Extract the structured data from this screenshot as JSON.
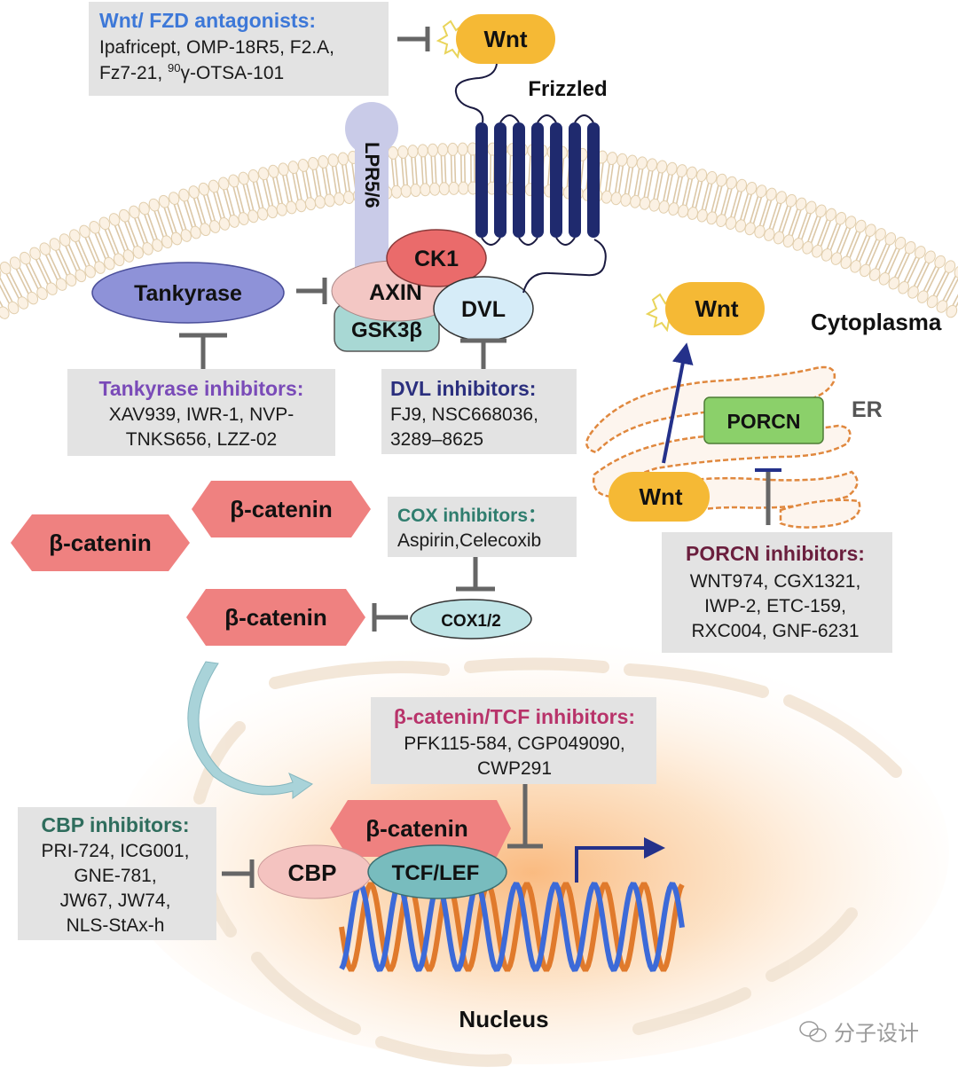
{
  "colors": {
    "wnt_fill": "#f5b935",
    "frizzled": "#1f2a6e",
    "lrp": "#c9cbe8",
    "ck1": "#ea6b6b",
    "axin": "#f3c7c4",
    "gsk3b": "#a8d8d4",
    "dvl": "#d6ecf8",
    "tankyrase": "#8e92d8",
    "beta_catenin": "#ef8180",
    "cox": "#bfe4e6",
    "porcn": "#8bd06a",
    "er": "#e0883e",
    "membrane": "#eddfc8",
    "inhibitor_box": "#e3e3e3",
    "inhibit_line": "#666666",
    "arrow_blue": "#24318a",
    "dna_orange": "#e07a2c",
    "dna_blue": "#3c6ad8",
    "tcf": "#78bcbe",
    "cbp": "#f4c3c0",
    "nucleus_glow": "#f7c48f",
    "title_wnt_fzd": "#3d78d8",
    "title_tankyrase": "#7a4bb8",
    "title_dvl": "#2b2f7e",
    "title_porcn": "#6b1f3e",
    "title_cox": "#2f7d6e",
    "title_tcf": "#b8336a",
    "title_cbp": "#2f6d5d"
  },
  "labels": {
    "wnt_top": "Wnt",
    "frizzled": "Frizzled",
    "lpr": "LPR5/6",
    "ck1": "CK1",
    "axin": "AXIN",
    "gsk3b": "GSK3β",
    "dvl": "DVL",
    "tankyrase": "Tankyrase",
    "wnt_secreted": "Wnt",
    "cytoplasm": "Cytoplasma",
    "er": "ER",
    "porcn": "PORCN",
    "wnt_er": "Wnt",
    "beta_catenin_1": "β-catenin",
    "beta_catenin_2": "β-catenin",
    "beta_catenin_3": "β-catenin",
    "cox": "COX1/2",
    "beta_catenin_nuc": "β-catenin",
    "cbp": "CBP",
    "tcf": "TCF/LEF",
    "nucleus": "Nucleus",
    "watermark": "分子设计"
  },
  "inhibitor_boxes": {
    "wnt_fzd": {
      "title": "Wnt/ FZD antagonists:",
      "lines": [
        "Ipafricept, OMP-18R5, F2.A,",
        "Fz7-21, "
      ],
      "sup": "90",
      "tail": "γ-OTSA-101"
    },
    "tankyrase": {
      "title": "Tankyrase inhibitors:",
      "lines": [
        "XAV939, IWR-1, NVP-",
        "TNKS656, LZZ-02"
      ]
    },
    "dvl": {
      "title": "DVL inhibitors:",
      "lines": [
        "FJ9, NSC668036,",
        "3289–8625"
      ]
    },
    "porcn": {
      "title": "PORCN inhibitors:",
      "lines": [
        "WNT974, CGX1321,",
        "IWP-2, ETC-159,",
        "RXC004, GNF-6231"
      ]
    },
    "cox": {
      "title": "COX inhibitors：",
      "lines": [
        "Aspirin,Celecoxib"
      ]
    },
    "tcf": {
      "title": "β-catenin/TCF inhibitors:",
      "lines": [
        "PFK115-584, CGP049090,",
        "CWP291"
      ]
    },
    "cbp": {
      "title": "CBP inhibitors:",
      "lines": [
        "PRI-724, ICG001,",
        "GNE-781,",
        "JW67, JW74,",
        "NLS-StAx-h"
      ]
    }
  }
}
